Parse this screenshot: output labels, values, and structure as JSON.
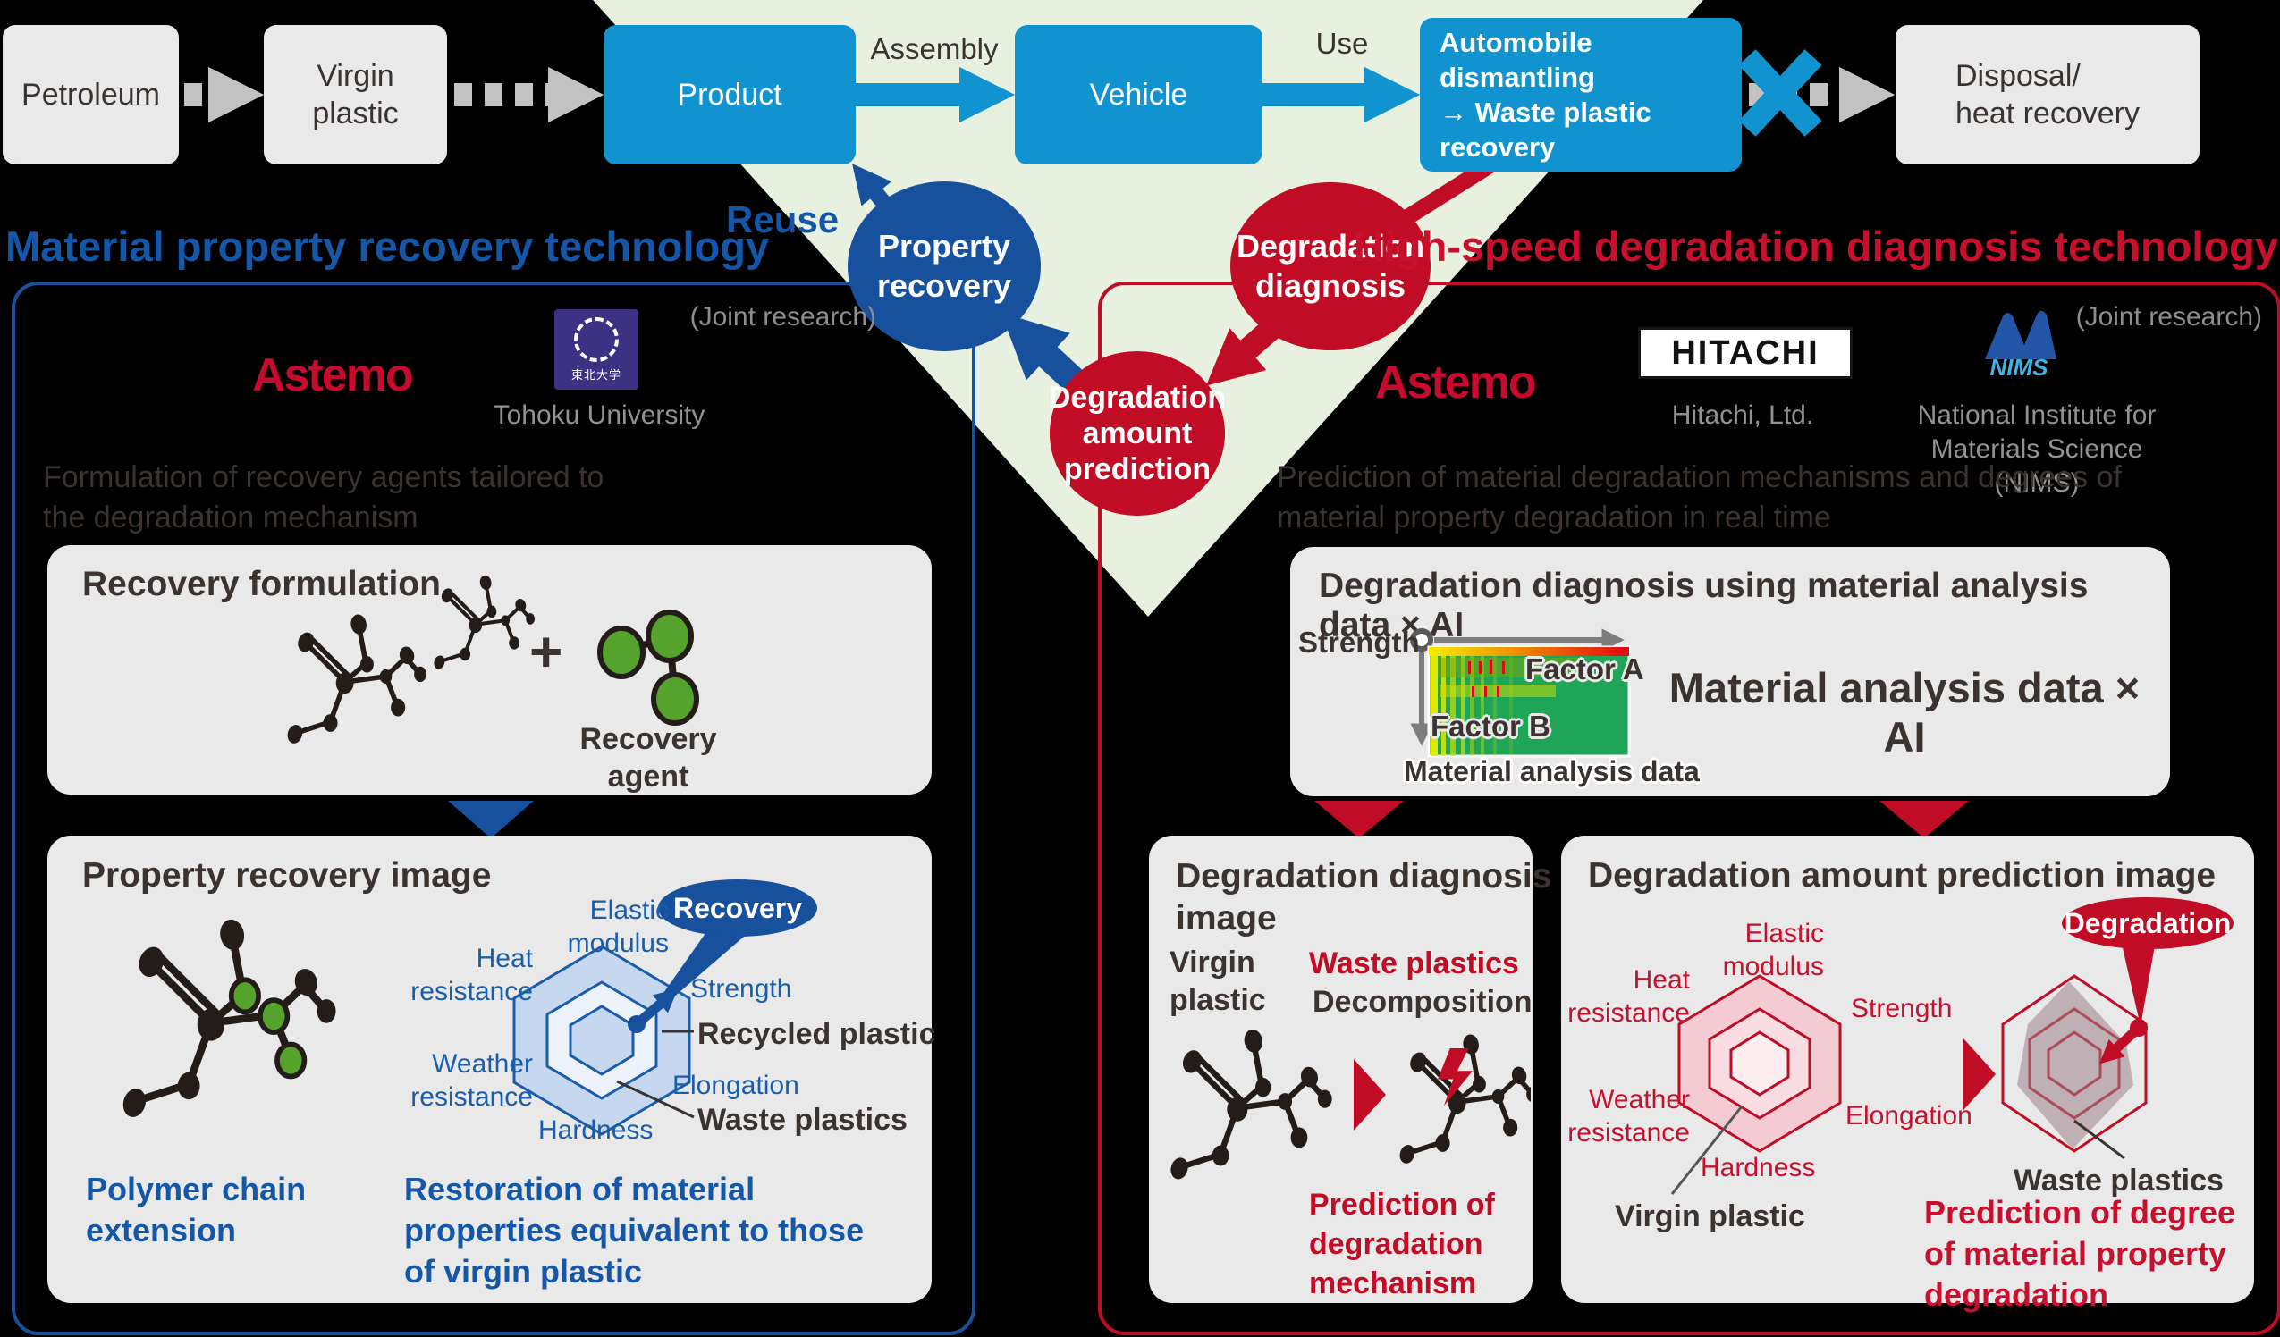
{
  "flow": {
    "petroleum": "Petroleum",
    "virgin_plastic": "Virgin\nplastic",
    "product": "Product",
    "vehicle": "Vehicle",
    "dismantling": "Automobile\ndismantling\n→ Waste plastic\nrecovery",
    "disposal": "Disposal/\nheat recovery",
    "assembly": "Assembly",
    "use": "Use",
    "reuse": "Reuse"
  },
  "circles": {
    "property_recovery": "Property\nrecovery",
    "degradation_diagnosis": "Degradation\ndiagnosis",
    "degradation_amount_prediction": "Degradation\namount\nprediction"
  },
  "left": {
    "header": "Material property recovery technology",
    "joint_research": "(Joint research)",
    "astemo": "Astemo",
    "tohoku_crest": "東北大学",
    "tohoku": "Tohoku University",
    "description": "Formulation of recovery agents tailored to\nthe degradation mechanism",
    "formulation": {
      "title": "Recovery formulation",
      "plus": "+",
      "agent": "Recovery agent"
    },
    "recovery_image": {
      "title": "Property recovery image",
      "elastic": "Elastic\nmodulus",
      "heat": "Heat\nresistance",
      "strength": "Strength",
      "weather": "Weather\nresistance",
      "elongation": "Elongation",
      "hardness": "Hardness",
      "recovery": "Recovery",
      "recycled": "Recycled plastic",
      "waste": "Waste plastics",
      "polymer": "Polymer chain\nextension",
      "restoration": "Restoration of material\nproperties equivalent to those\nof virgin plastic"
    }
  },
  "right": {
    "header": "High-speed degradation diagnosis technology",
    "joint_research": "(Joint research)",
    "astemo": "Astemo",
    "hitachi": "HITACHI",
    "hitachi_sub": "Hitachi, Ltd.",
    "nims": "NIMS",
    "nims_sub": "National Institute for\nMaterials Science (NIMS)",
    "description": "Prediction of material degradation mechanisms and degrees of\nmaterial property degradation in real time",
    "diagnosis_box": {
      "title": "Degradation diagnosis using material analysis data × AI",
      "strength": "Strength",
      "factor_a": "Factor A",
      "factor_b": "Factor B",
      "heatmap_caption": "Material analysis data",
      "headline": "Material analysis data × AI"
    },
    "diagnosis_image": {
      "title": "Degradation diagnosis\nimage",
      "virgin": "Virgin\nplastic",
      "waste": "Waste plastics",
      "decomposition": "Decomposition",
      "caption": "Prediction of\ndegradation\nmechanism"
    },
    "prediction_image": {
      "title": "Degradation amount prediction image",
      "elastic": "Elastic\nmodulus",
      "heat": "Heat\nresistance",
      "strength": "Strength",
      "weather": "Weather\nresistance",
      "elongation": "Elongation",
      "hardness": "Hardness",
      "degradation": "Degradation",
      "virgin": "Virgin plastic",
      "waste": "Waste plastics",
      "caption": "Prediction of degree\nof material property\ndegradation"
    }
  },
  "colors": {
    "blue_box": "#1193cf",
    "dark_blue": "#17519d",
    "header_blue": "#1457a8",
    "red": "#c00c24",
    "header_red": "#c8102e",
    "pale_green": "#e8f1df",
    "gray_box": "#e9e9e9"
  }
}
